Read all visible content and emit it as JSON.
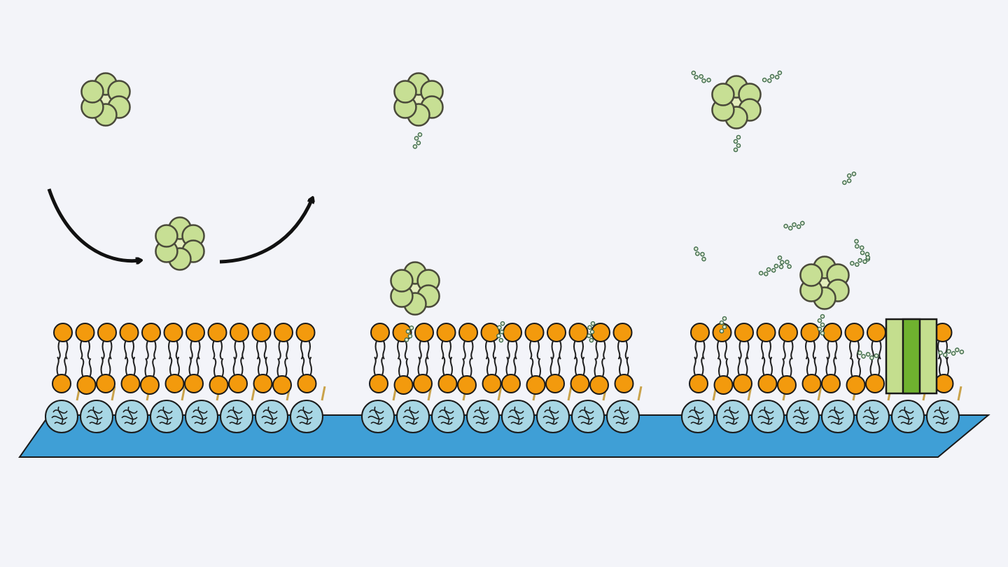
{
  "diagram": {
    "stages": [
      {
        "id": "stage-1",
        "lipid_pairs": 12,
        "support_beads": 8,
        "peptide_state": "free",
        "bound_ligands": 0
      },
      {
        "id": "stage-2",
        "lipid_pairs": 12,
        "support_beads": 8,
        "peptide_state": "membrane-bound",
        "bound_ligands": 1
      },
      {
        "id": "stage-3",
        "lipid_pairs": 12,
        "support_beads": 8,
        "peptide_state": "pore-forming",
        "bound_ligands": 3
      }
    ],
    "arrows": [
      "arrow-down-right",
      "arrow-up-right"
    ],
    "colors": {
      "background": "#f3f4f9",
      "lipid_head": "#f39a0d",
      "lipid_tail": "#1f1f1f",
      "bead_fill": "#a7d6e4",
      "substrate": "#3f9fd6",
      "rosette_outer": "#c7df94",
      "rosette_center": "#e3edbc",
      "rosette_stroke": "#4a4a3a",
      "pore_light": "#c4de8e",
      "pore_dark": "#6fb22f",
      "ligand": "#3f6b4a"
    }
  }
}
